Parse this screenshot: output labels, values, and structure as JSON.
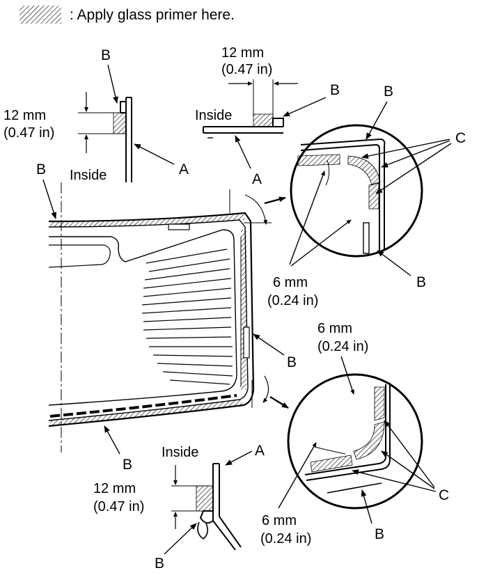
{
  "legend": {
    "text": ": Apply glass primer here.",
    "swatch_icon": "hatch-swatch-icon"
  },
  "labels": {
    "A": "A",
    "B": "B",
    "C": "C",
    "inside": "Inside",
    "dim_12": "12 mm",
    "dim_12_in": "(0.47 in)",
    "dim_6": "6 mm",
    "dim_6_in": "(0.24 in)"
  }
}
